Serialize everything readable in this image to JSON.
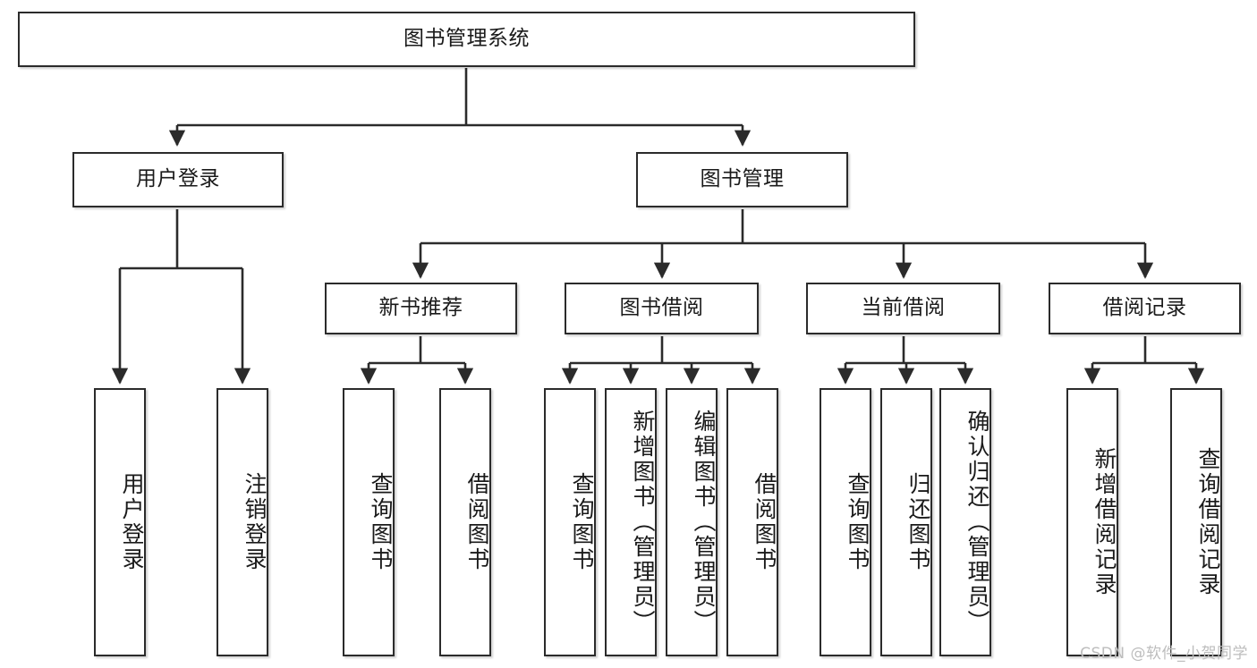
{
  "diagram": {
    "title": "图书管理系统",
    "type": "tree-hierarchy",
    "root": {
      "label": "图书管理系统"
    },
    "level2": [
      {
        "id": "user-login",
        "label": "用户登录"
      },
      {
        "id": "book-manage",
        "label": "图书管理"
      }
    ],
    "level3": [
      {
        "id": "new-book-recommend",
        "label": "新书推荐",
        "parent": "book-manage"
      },
      {
        "id": "book-borrow",
        "label": "图书借阅",
        "parent": "book-manage"
      },
      {
        "id": "current-borrow",
        "label": "当前借阅",
        "parent": "book-manage"
      },
      {
        "id": "borrow-record",
        "label": "借阅记录",
        "parent": "book-manage"
      }
    ],
    "leaves": [
      {
        "id": "leaf-user-login",
        "label": "用户登录",
        "parent": "user-login"
      },
      {
        "id": "leaf-logout-login",
        "label": "注销登录",
        "parent": "user-login"
      },
      {
        "id": "leaf-query-book-1",
        "label": "查询图书",
        "parent": "new-book-recommend"
      },
      {
        "id": "leaf-borrow-book-1",
        "label": "借阅图书",
        "parent": "new-book-recommend"
      },
      {
        "id": "leaf-query-book-2",
        "label": "查询图书",
        "parent": "book-borrow"
      },
      {
        "id": "leaf-add-book",
        "label": "新增图书（管理员）",
        "parent": "book-borrow"
      },
      {
        "id": "leaf-edit-book",
        "label": "编辑图书（管理员）",
        "parent": "book-borrow"
      },
      {
        "id": "leaf-borrow-book-2",
        "label": "借阅图书",
        "parent": "book-borrow"
      },
      {
        "id": "leaf-query-book-3",
        "label": "查询图书",
        "parent": "current-borrow"
      },
      {
        "id": "leaf-return-book",
        "label": "归还图书",
        "parent": "current-borrow"
      },
      {
        "id": "leaf-confirm-return",
        "label": "确认归还（管理员）",
        "parent": "current-borrow"
      },
      {
        "id": "leaf-add-record",
        "label": "新增借阅记录",
        "parent": "borrow-record"
      },
      {
        "id": "leaf-query-record",
        "label": "查询借阅记录",
        "parent": "borrow-record"
      }
    ]
  },
  "watermark": {
    "text": "CSDN @软件_小贺同学"
  },
  "colors": {
    "border": "#2b2b2b",
    "box_fill": "#ffffff",
    "text": "#1a1a1a",
    "connector": "#2b2b2b",
    "watermark": "#bdbdbd",
    "background": "#ffffff"
  }
}
